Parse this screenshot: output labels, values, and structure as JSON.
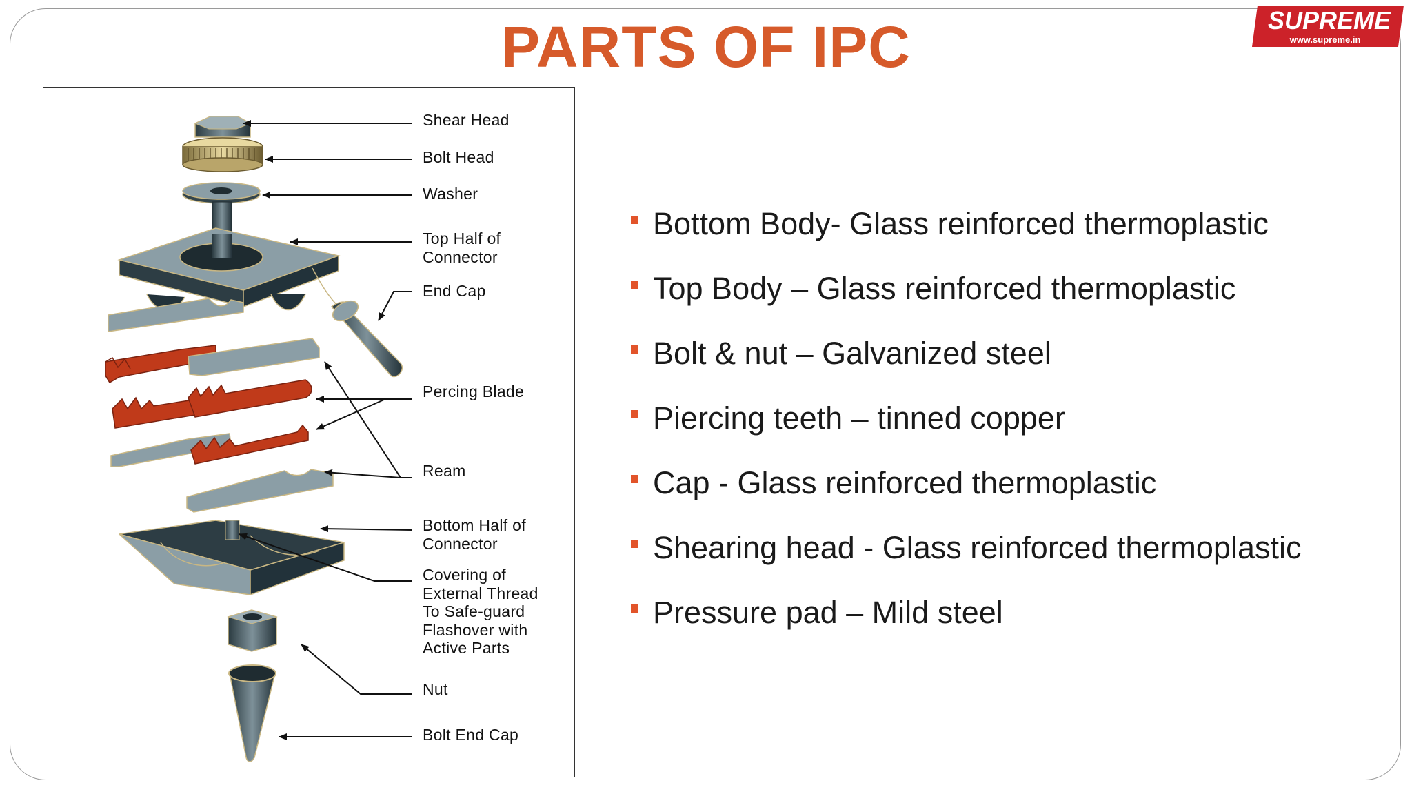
{
  "title": "PARTS OF IPC",
  "logo": {
    "brand": "SUPREME",
    "url": "www.supreme.in"
  },
  "colors": {
    "title": "#d65a2a",
    "bullet_marker": "#e2542a",
    "logo_red": "#cc2229",
    "part_gray": "#8b9ea6",
    "blade_red": "#c03a1a"
  },
  "diagram": {
    "labels": {
      "shear_head": "Shear Head",
      "bolt_head": "Bolt Head",
      "washer": "Washer",
      "top_half": "Top Half of\nConnector",
      "end_cap": "End Cap",
      "piercing_blade": "Percing Blade",
      "ream": "Ream",
      "bottom_half": "Bottom Half of\nConnector",
      "covering": "Covering of\nExternal Thread\nTo Safe-guard\nFlashover with\nActive Parts",
      "nut": "Nut",
      "bolt_end_cap": "Bolt End Cap"
    }
  },
  "bullets": [
    "Bottom Body- Glass reinforced thermoplastic",
    "Top Body – Glass reinforced thermoplastic",
    "Bolt & nut – Galvanized steel",
    "Piercing teeth – tinned copper",
    "Cap - Glass reinforced thermoplastic",
    "Shearing head - Glass reinforced thermoplastic",
    "Pressure pad – Mild steel"
  ]
}
